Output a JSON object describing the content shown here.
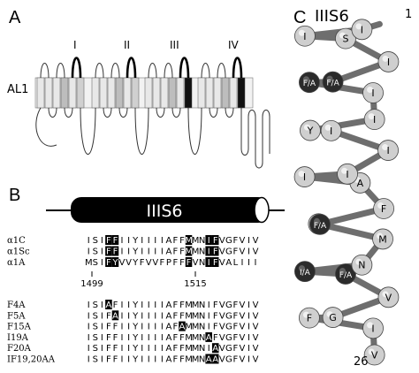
{
  "panels": {
    "a": "A",
    "b": "B",
    "c": "C"
  },
  "panel_a": {
    "domains": [
      "I",
      "II",
      "III",
      "IV"
    ],
    "subunit_label": "AL1"
  },
  "panel_b": {
    "helix_label": "IIIS6",
    "wild_type_rows": [
      {
        "name": "α1C",
        "seq": "ISIFFIIYIIIIAFFMMNIFVGFVIV"
      },
      {
        "name": "α1Sc",
        "seq": "ISIFFIIYIIIIAFFMMNIFVGFVIV"
      },
      {
        "name": "α1A",
        "seq": "MSIFYVVYFVVFPFFFVNIFVALIII"
      }
    ],
    "position_markers": [
      "1499",
      "1515"
    ],
    "mutant_rows": [
      {
        "name": "F4A",
        "seq": "ISIAFIIYIIIIAFFMMNIFVGFVIV"
      },
      {
        "name": "F5A",
        "seq": "ISIFAIIYIIIIAFFMMNIFVGFVIV"
      },
      {
        "name": "F15A",
        "seq": "ISIFFIIYIIIIAFAMMNIFVGFVIV"
      },
      {
        "name": "I19A",
        "seq": "ISIFFIIYIIIIAFFMMNAFVGFVIV"
      },
      {
        "name": "F20A",
        "seq": "ISIFFIIYIIIIAFFMMNIAVGFVIV"
      },
      {
        "name": "IF19,20AA",
        "seq": "ISIFFIIYIIIIAFFMMNAAVGFVIV"
      }
    ]
  },
  "panel_c": {
    "title": "IIIS6",
    "start_label": "1",
    "end_label": "26",
    "residues": [
      "I",
      "I",
      "S",
      "I",
      "F/A",
      "F/A",
      "I",
      "I",
      "Y",
      "I",
      "I",
      "I",
      "I",
      "A",
      "F",
      "F/A",
      "M",
      "M",
      "N",
      "I/A",
      "F/A",
      "V",
      "G",
      "F",
      "I",
      "V"
    ]
  }
}
